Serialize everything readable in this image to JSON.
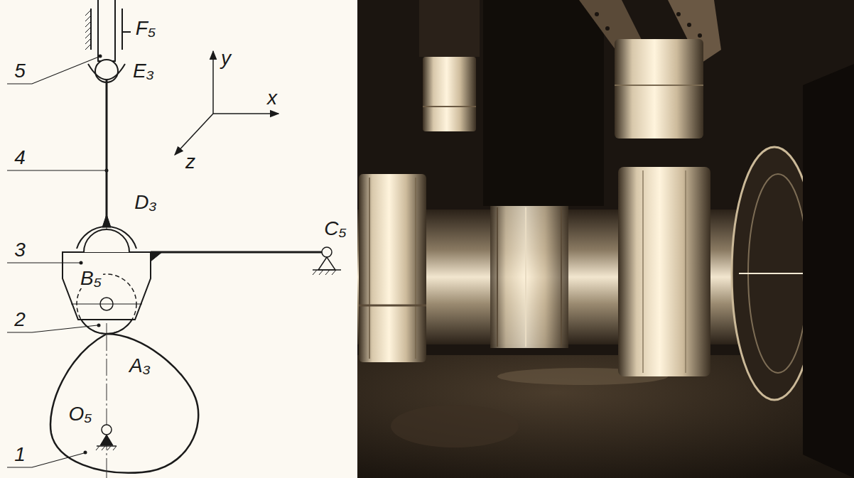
{
  "diagram": {
    "labels": [
      "F₅",
      "5",
      "y",
      "x",
      "E₃",
      "z",
      "4",
      "D₃",
      "C₅",
      "3",
      "B₅",
      "2",
      "A₃",
      "O₅",
      "1"
    ]
  }
}
